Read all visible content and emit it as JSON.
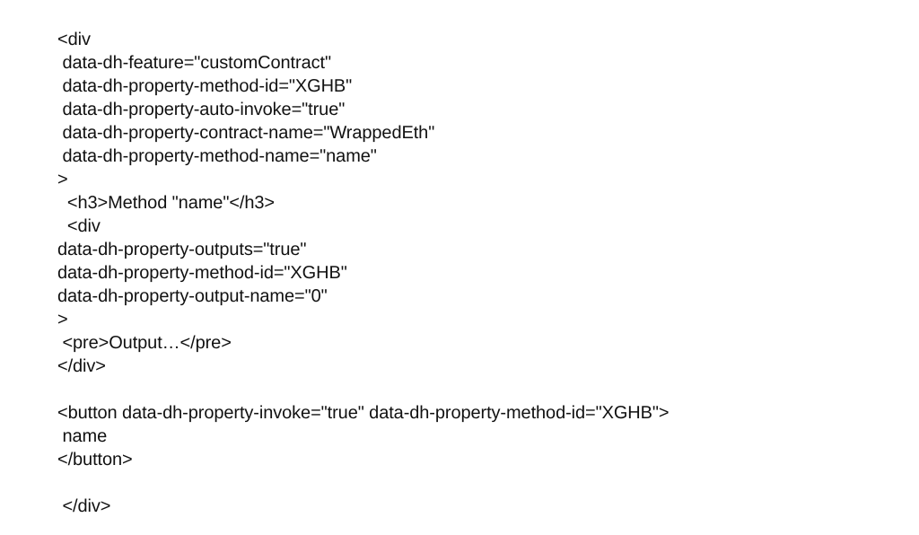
{
  "document": {
    "type": "code-snippet",
    "language": "html",
    "background_color": "#ffffff",
    "text_color": "#111111",
    "lines": [
      {
        "id": 1,
        "text": "<div"
      },
      {
        "id": 2,
        "text": " data-dh-feature=\"customContract\""
      },
      {
        "id": 3,
        "text": " data-dh-property-method-id=\"XGHB\""
      },
      {
        "id": 4,
        "text": " data-dh-property-auto-invoke=\"true\""
      },
      {
        "id": 5,
        "text": " data-dh-property-contract-name=\"WrappedEth\""
      },
      {
        "id": 6,
        "text": " data-dh-property-method-name=\"name\""
      },
      {
        "id": 7,
        "text": ">"
      },
      {
        "id": 8,
        "text": "  <h3>Method \"name\"</h3>"
      },
      {
        "id": 9,
        "text": "  <div"
      },
      {
        "id": 10,
        "text": "data-dh-property-outputs=\"true\""
      },
      {
        "id": 11,
        "text": "data-dh-property-method-id=\"XGHB\""
      },
      {
        "id": 12,
        "text": "data-dh-property-output-name=\"0\""
      },
      {
        "id": 13,
        "text": ">"
      },
      {
        "id": 14,
        "text": " <pre>Output…</pre>"
      },
      {
        "id": 15,
        "text": "</div>"
      },
      {
        "id": 16,
        "text": ""
      },
      {
        "id": 17,
        "text": "<button data-dh-property-invoke=\"true\" data-dh-property-method-id=\"XGHB\">"
      },
      {
        "id": 18,
        "text": " name"
      },
      {
        "id": 19,
        "text": "</button>"
      },
      {
        "id": 20,
        "text": ""
      },
      {
        "id": 21,
        "text": " </div>"
      }
    ],
    "attributes_referenced": [
      "data-dh-feature",
      "data-dh-property-method-id",
      "data-dh-property-auto-invoke",
      "data-dh-property-contract-name",
      "data-dh-property-method-name",
      "data-dh-property-outputs",
      "data-dh-property-output-name",
      "data-dh-property-invoke"
    ],
    "values_referenced": {
      "feature": "customContract",
      "method_id": "XGHB",
      "auto_invoke": "true",
      "contract_name": "WrappedEth",
      "method_name": "name",
      "outputs": "true",
      "output_name": "0",
      "invoke": "true",
      "heading_text": "Method \"name\"",
      "output_placeholder": "Output…",
      "button_label": "name"
    }
  }
}
